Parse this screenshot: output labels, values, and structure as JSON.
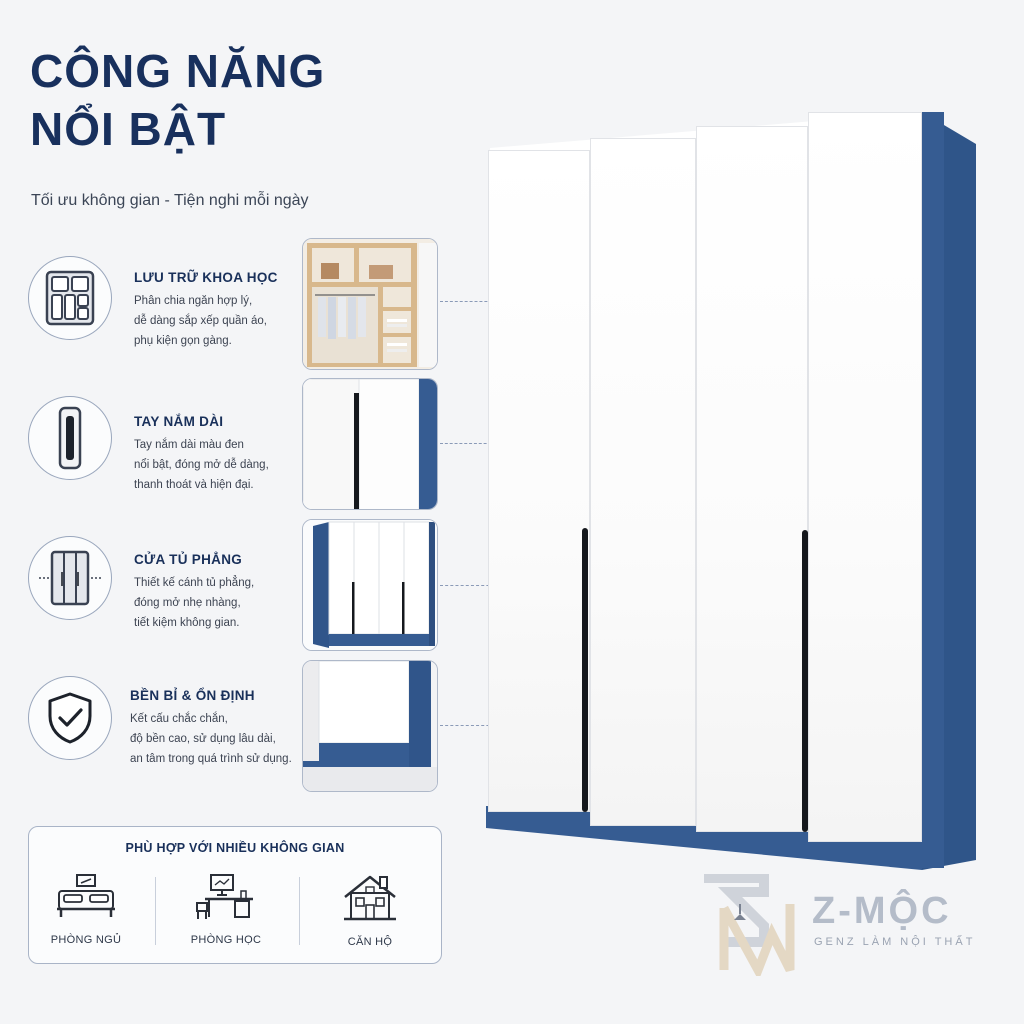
{
  "heading": {
    "line1": "CÔNG NĂNG",
    "line2": "NỔI BẬT",
    "subtitle": "Tối ưu không gian - Tiện nghi mỗi ngày"
  },
  "features": [
    {
      "title": "LƯU TRỮ KHOA HỌC",
      "lines": [
        "Phân chia ngăn hợp lý,",
        "dễ dàng sắp xếp quần áo,",
        "phụ kiện gọn gàng."
      ],
      "icon": "organizer-icon"
    },
    {
      "title": "TAY NẮM DÀI",
      "lines": [
        "Tay nắm dài màu đen",
        "nổi bật, đóng mở dễ dàng,",
        "thanh thoát và hiện đại."
      ],
      "icon": "handle-icon"
    },
    {
      "title": "CỬA TỦ PHẲNG",
      "lines": [
        "Thiết kế cánh tủ phẳng,",
        "đóng mở nhẹ nhàng,",
        "tiết kiệm không gian."
      ],
      "icon": "flat-door-icon"
    },
    {
      "title": "BỀN BỈ & ỔN ĐỊNH",
      "lines": [
        "Kết cấu chắc chắn,",
        "độ bền cao, sử dụng lâu dài,",
        "an tâm trong quá trình sử dụng."
      ],
      "icon": "shield-check-icon"
    }
  ],
  "spaces": {
    "title": "PHÙ HỢP VỚI NHIỀU KHÔNG GIAN",
    "items": [
      {
        "label": "PHÒNG NGỦ",
        "icon": "bed-icon"
      },
      {
        "label": "PHÒNG HỌC",
        "icon": "desk-icon"
      },
      {
        "label": "CĂN HỘ",
        "icon": "house-icon"
      }
    ]
  },
  "brand": {
    "name": "Z-MỘC",
    "tagline": "GENZ LÀM NỘI THẤT"
  },
  "colors": {
    "navy": "#18305d",
    "wardrobe_blue": "#365c92",
    "handle": "#15181d",
    "door": "#ffffff"
  }
}
